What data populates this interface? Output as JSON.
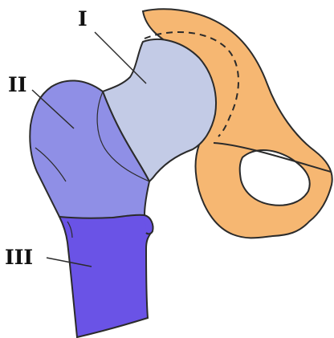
{
  "diagram": {
    "labels": {
      "I": "I",
      "II": "II",
      "III": "III"
    },
    "colors": {
      "outline": "#2b2b2b",
      "pelvis": "#f6b772",
      "region_I": "#c3cbe6",
      "region_II": "#8f8fe6",
      "region_III": "#6a53e6",
      "label": "#111111",
      "background": "#ffffff"
    }
  }
}
